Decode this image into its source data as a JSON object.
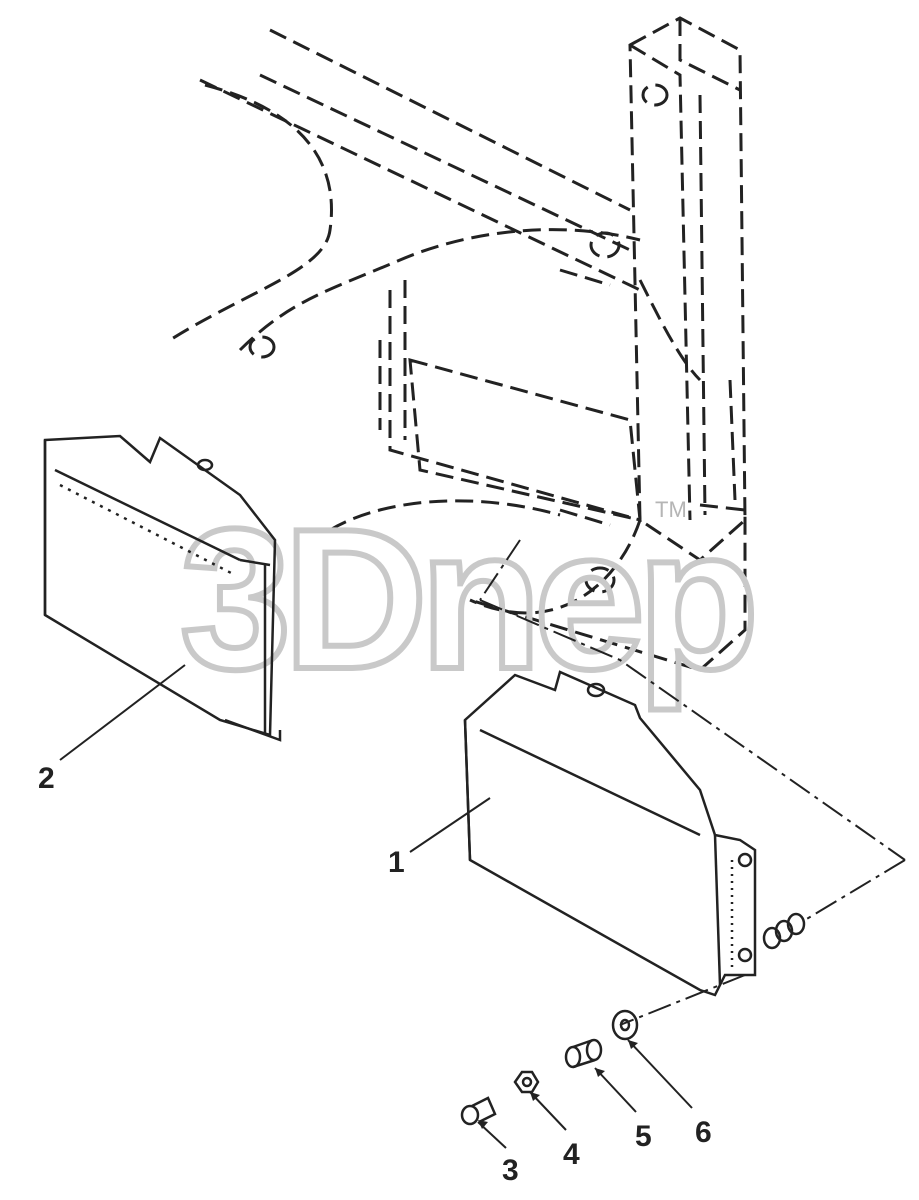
{
  "watermark": {
    "text": "3Dnep",
    "mark": "TM"
  },
  "callouts": [
    {
      "id": "callout-1",
      "label": "1"
    },
    {
      "id": "callout-2",
      "label": "2"
    },
    {
      "id": "callout-3",
      "label": "3"
    },
    {
      "id": "callout-4",
      "label": "4"
    },
    {
      "id": "callout-5",
      "label": "5"
    },
    {
      "id": "callout-6",
      "label": "6"
    }
  ],
  "colors": {
    "line": "#222222",
    "watermark": "#c9c9c9",
    "background": "#ffffff"
  }
}
